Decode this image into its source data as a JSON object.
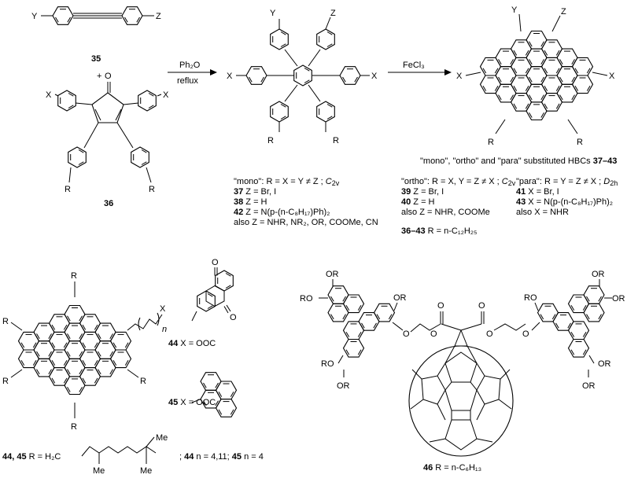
{
  "scheme": {
    "compounds": {
      "tolane": "35",
      "plus": "+",
      "cyclopentadienone": "36",
      "anthraquinone": "44",
      "pyrene": "45",
      "fullerene_dyad": "46"
    },
    "substituents": {
      "X": "X",
      "Y": "Y",
      "Z": "Z",
      "R": "R",
      "O": "O",
      "OR": "OR",
      "RO": "RO",
      "n": "n",
      "Me": "Me",
      "H2C": "H₂C"
    },
    "reaction1": {
      "reagent": "Ph₂O",
      "condition": "reflux"
    },
    "reaction2": {
      "reagent": "FeCl₃"
    },
    "hbc_caption_a": "\"mono\", \"ortho\" and \"para\" substituted HBCs ",
    "hbc_caption_b": "37–43",
    "mono": {
      "line1_a": "\"mono\": R = X = Y ≠ Z ; ",
      "line1_b": "C",
      "line1_c": "2v",
      "l37_num": "37",
      "l37_txt": " Z = Br, I",
      "l38_num": "38",
      "l38_txt": " Z = H",
      "l42_num": "42",
      "l42_txt": " Z = N(p-(n-C₈H₁₇)Ph)₂",
      "also": "also Z = NHR, NR₂, OR, COOMe, CN"
    },
    "ortho": {
      "line1_a": "\"ortho\": R = X, Y = Z ≠ X ; ",
      "line1_b": "C",
      "line1_c": "2v",
      "l39_num": "39",
      "l39_txt": " Z = Br, I",
      "l40_num": "40",
      "l40_txt": " Z = H",
      "also": "also Z = NHR, COOMe"
    },
    "para": {
      "line1_a": "\"para\": R = Y = Z ≠ X ; ",
      "line1_b": "D",
      "line1_c": "2h",
      "l41_num": "41",
      "l41_txt": " X = Br, I",
      "l43_num": "43",
      "l43_txt": " X = N(p-(n-C₈H₁₇)Ph)₂",
      "also": "also X = NHR"
    },
    "r_def_num": "36–43",
    "r_def_txt": " R = n-C₁₂H₂₅",
    "x44_num": "44",
    "x44_txt": " X = OOC",
    "x45_num": "45",
    "x45_txt": " X = OOC",
    "r4445_num": "44, 45",
    "r4445_txt": " R = ",
    "n_def_a": "; ",
    "n_def_b": "44",
    "n_def_c": " n = 4,11; ",
    "n_def_d": "45",
    "n_def_e": " n = 4",
    "r46_num": "46",
    "r46_txt": " R = n-C₆H₁₃"
  }
}
